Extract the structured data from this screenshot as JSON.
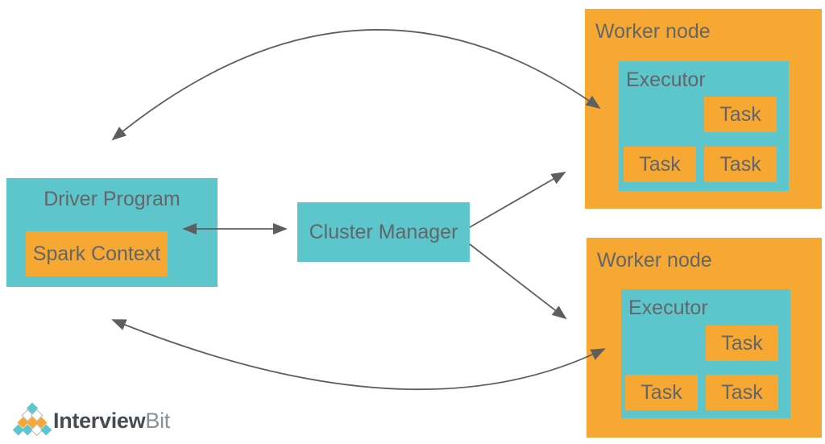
{
  "palette": {
    "teal": "#5cc6cc",
    "orange": "#f7a832",
    "arrow": "#5e5e60",
    "label": "#636669",
    "brand_dark": "#474c51",
    "brand_light": "#8b9094",
    "diamond_outline": "#b5b8ba"
  },
  "diagram": {
    "driver": {
      "label": "Driver Program",
      "context_label": "Spark Context"
    },
    "cluster_manager": {
      "label": "Cluster Manager"
    },
    "worker1": {
      "label": "Worker node",
      "executor": {
        "label": "Executor",
        "tasks": [
          "Task",
          "Task",
          "Task"
        ]
      }
    },
    "worker2": {
      "label": "Worker node",
      "executor": {
        "label": "Executor",
        "tasks": [
          "Task",
          "Task",
          "Task"
        ]
      }
    }
  },
  "logo": {
    "brand_bold": "Interview",
    "brand_light": "Bit",
    "pyramid": [
      [
        "teal"
      ],
      [
        "white",
        "white"
      ],
      [
        "orange",
        "orange",
        "orange"
      ],
      [
        "teal",
        "teal",
        "white",
        "teal"
      ]
    ]
  }
}
